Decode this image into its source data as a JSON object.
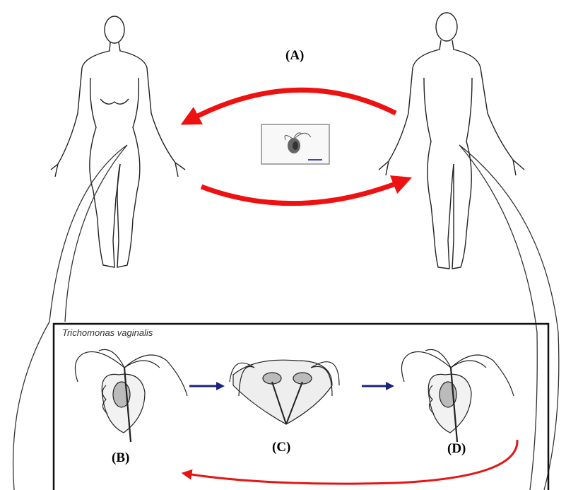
{
  "diagram": {
    "title_label": "(A)",
    "species_label": "Trichomonas vaginalis",
    "stage_labels": [
      "(B)",
      "(C)",
      "(D)"
    ]
  },
  "colors": {
    "transmission_arrow": "#ee1111",
    "division_arrow": "#1a237e",
    "outline": "#222222",
    "cycle_arrow": "#e41515"
  },
  "icons": {
    "left_figure": "female-human-outline",
    "right_figure": "male-human-outline",
    "inset": "trophozoite-micrograph",
    "stage_b": "trophozoite-drawing",
    "stage_c": "dividing-trophozoite-drawing",
    "stage_d": "trophozoite-drawing"
  }
}
